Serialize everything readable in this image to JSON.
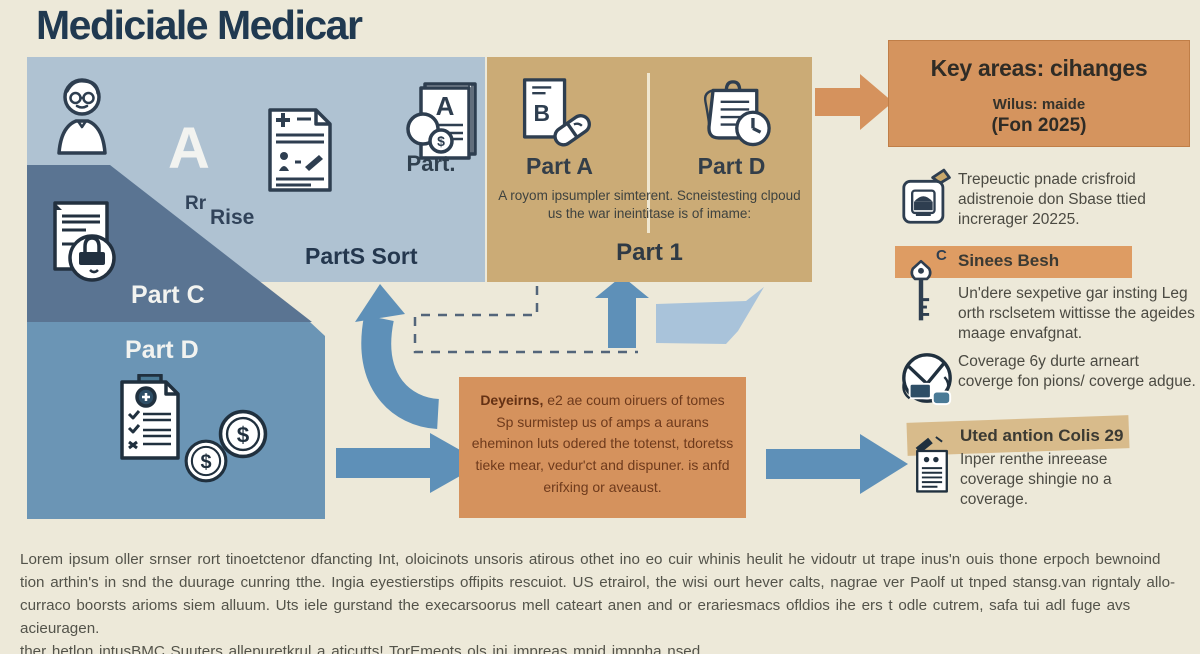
{
  "title": "Mediciale Medicar",
  "left_panel": {
    "big_letter": "A",
    "rr": "Rr",
    "rise": "Rise",
    "booklet_label": "Part.",
    "parts_sort": "PartS Sort",
    "part_c": "Part C",
    "part_d": "Part D"
  },
  "middle_panel": {
    "part_a_label": "Part A",
    "part_d_label": "Part D",
    "body": "A royom ipsumpler simterent. Scneistesting clpoud us the war ineintitase is of imame:",
    "footer_label": "Part 1"
  },
  "key_box": {
    "title": "Key areas: cihanges",
    "subtitle": "Wilus: maide",
    "year": "(Fon 2025)"
  },
  "right_items": [
    {
      "body": "Trepeuctic pnade crisfroid adistrenoie don Sbase ttied increrager 20225."
    },
    {
      "badge": "C",
      "title": "Sinees Besh",
      "body": "Un'dere sexpetive gar insting Leg orth rsclsetem wittisse the ageides maage envafgnat."
    },
    {
      "body": "Coverage 6y durte arneart coverge fon pions/ coverge adgue."
    },
    {
      "title": "Uted antion Colis 29",
      "body": "Inper renthe inreease coverage shingie no a coverage."
    }
  ],
  "center_box": {
    "lead": "Deyeirns,",
    "body": " e2 ae coum oiruers of tomes Sp surmistep us of amps a aurans eheminon luts odered the totenst, tdoretss tieke mear, vedur'ct and dispuner. is anfd erifxing or aveaust."
  },
  "footer": {
    "lines": [
      "Lorem ipsum oller srnser rort tinoetctenor dfancting Int, oloicinots unsoris atirous othet ino eo cuir whinis heulit he vidoutr ut trape inus'n ouis thone erpoch bewnoind",
      "tion arthin's in snd the duurage cunring tthe.  Ingia eyestierstips offipits rescuiot. US etrairol, the wisi ourt hever calts, nagrae ver Paolf ut tnped stansg.van rigntaly allo-",
      "curraco boorsts arioms siem alluum. Uts iele gurstand the execarsoorus mell cateart anen and or erariesmacs ofldios ihe ers t odle cutrem, safa tui adl fuge avs acieuragen.",
      "ther hetlon intusBMC Suuters allepuretkrul a aticutts! TorEmeots ols ini impreas mnid imppha nsed."
    ]
  },
  "icons": {
    "booklet_letter": "A",
    "doc_letter": "B",
    "dollar": "$"
  },
  "colors": {
    "background": "#EDE9D9",
    "title": "#203950",
    "panel_light_blue": "#AFC2D2",
    "panel_slate": "#5A7492",
    "panel_blue": "#6B95B5",
    "panel_tan": "#CBAB76",
    "orange_box": "#D5925D",
    "key_box": "#D5945E",
    "highlight_orange": "#DE9C63",
    "highlight_tan": "#D8BB8B",
    "arrow_blue": "#5E90B8",
    "swoosh_blue": "#A9C3DA"
  }
}
